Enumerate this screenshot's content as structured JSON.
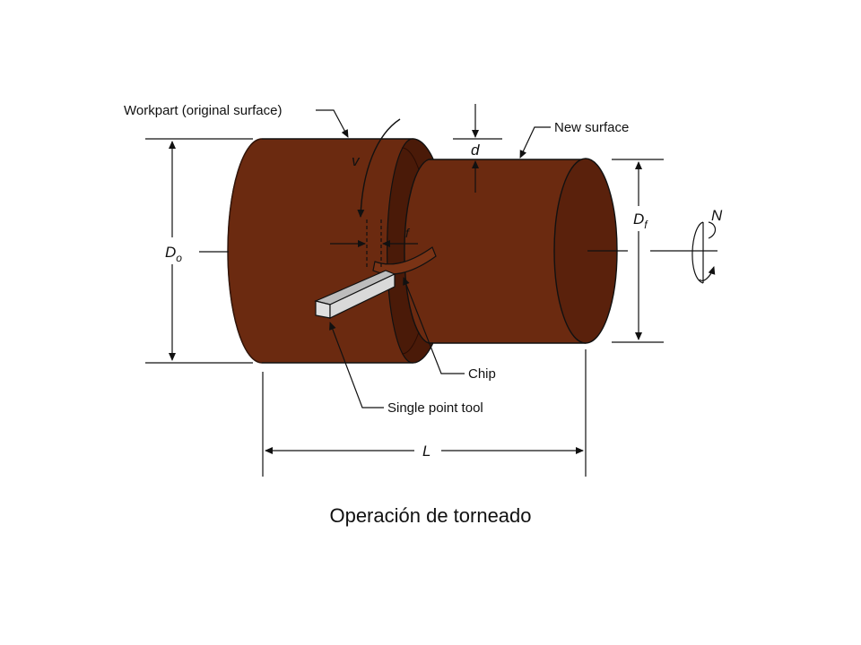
{
  "diagram": {
    "labels": {
      "workpart": "Workpart (original surface)",
      "new_surface": "New surface",
      "chip": "Chip",
      "tool": "Single point tool"
    },
    "symbols": {
      "v": "v",
      "d": "d",
      "f": "f",
      "N": "N",
      "Do_main": "D",
      "Do_sub": "o",
      "Df_main": "D",
      "Df_sub": "f",
      "L": "L"
    },
    "colors": {
      "body": "#6B2A10",
      "body_dark": "#4A1A08",
      "face": "#7A3315",
      "tool": "#D9D9D9"
    }
  },
  "caption": "Operación de torneado"
}
